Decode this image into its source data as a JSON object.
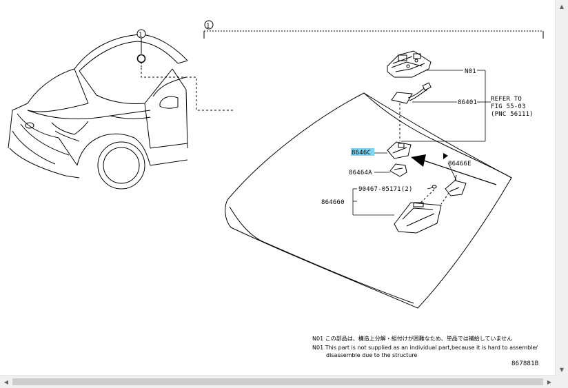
{
  "diagram": {
    "callout_number": "1",
    "labels": {
      "n01": "N01",
      "p86401": "86401",
      "p8646c": "8646C",
      "p86464a": "86464A",
      "p86466e": "86466E",
      "bolt": "90467-05171(2)",
      "p864660": "864660"
    },
    "refer_note": [
      "REFER TO",
      "FIG 55-03",
      "(PNC 56111)"
    ],
    "footnote_jp": "N01 この部品は、構造上分解・組付けが困難なため、単品では補給していません",
    "footnote_en_1": "N01 This part is not supplied as an individual part,because it is hard to assemble/",
    "footnote_en_2": "disassemble due to the structure",
    "figure_code": "867881B",
    "highlight_color": "#7fd4f0"
  },
  "scrollbars": {
    "up_arrow": "▲",
    "down_arrow": "▼",
    "left_arrow": "◀",
    "right_arrow": "▶"
  }
}
